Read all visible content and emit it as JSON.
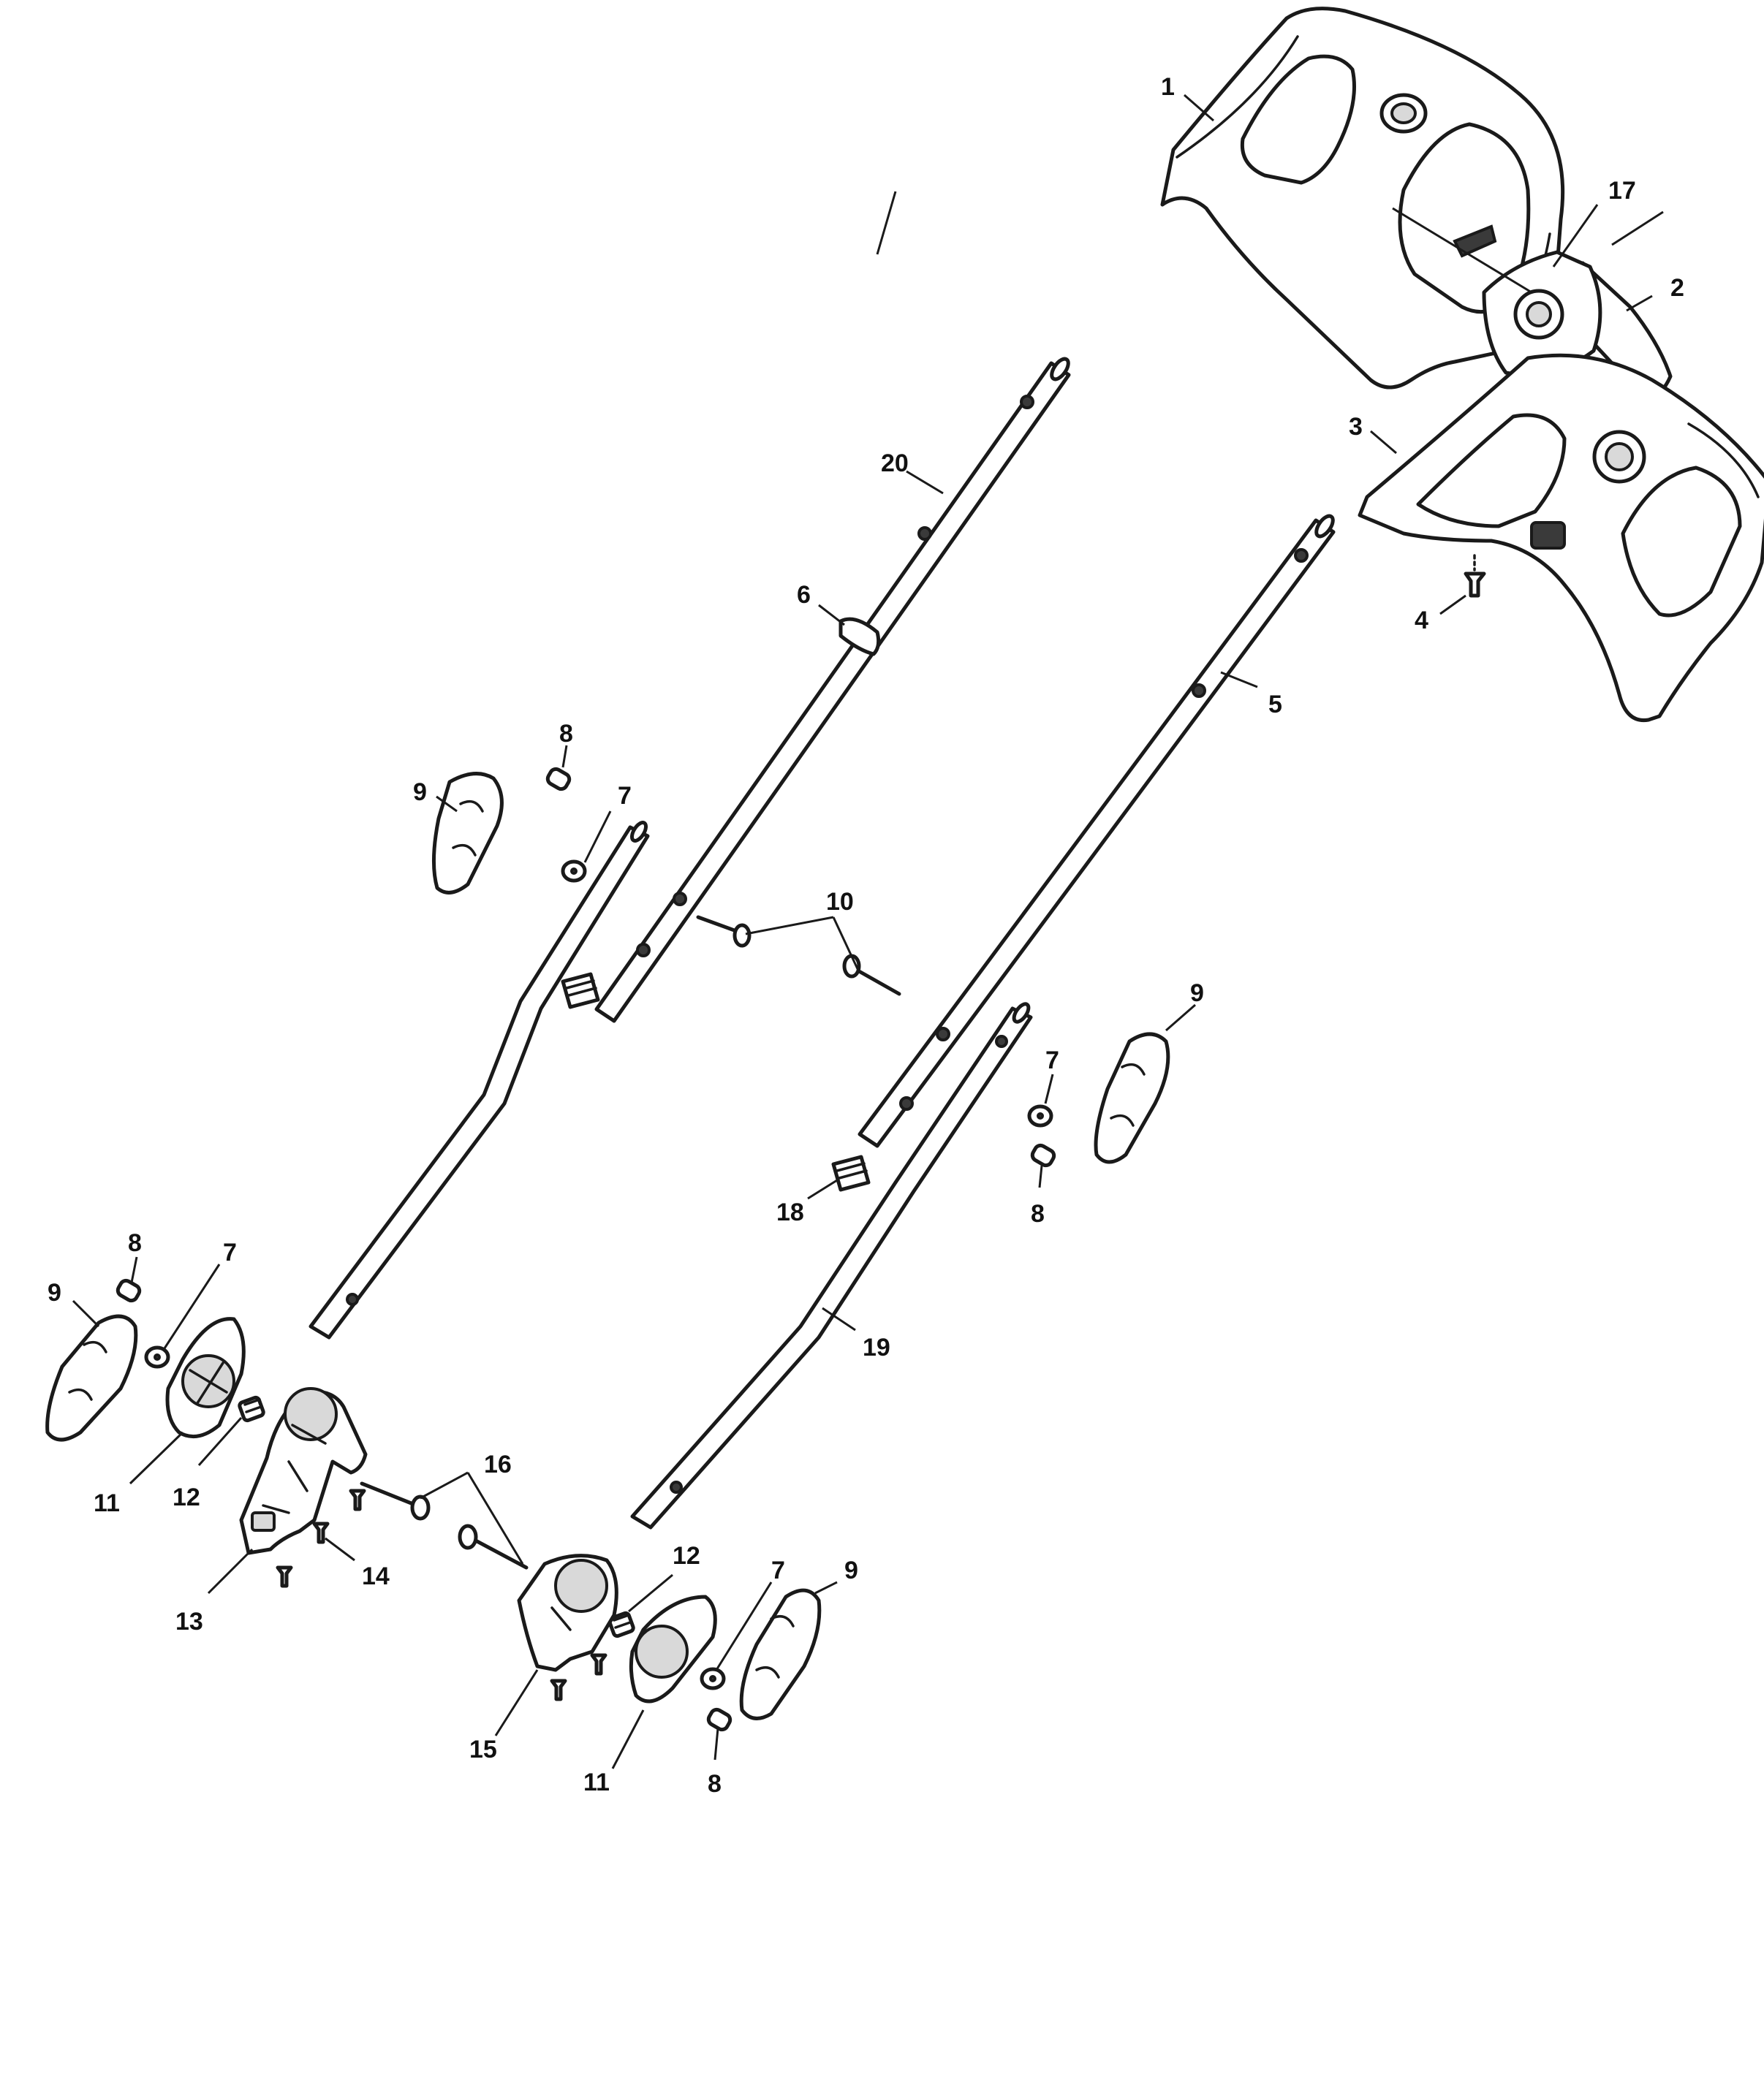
{
  "callouts": {
    "c1": "1",
    "c2": "2",
    "c3": "3",
    "c4": "4",
    "c5": "5",
    "c6": "6",
    "c7a": "7",
    "c7b": "7",
    "c7c": "7",
    "c7d": "7",
    "c8a": "8",
    "c8b": "8",
    "c8c": "8",
    "c8d": "8",
    "c9a": "9",
    "c9b": "9",
    "c9c": "9",
    "c9d": "9",
    "c10": "10",
    "c11a": "11",
    "c11b": "11",
    "c12a": "12",
    "c12b": "12",
    "c13": "13",
    "c14": "14",
    "c15": "15",
    "c16": "16",
    "c17": "17",
    "c18": "18",
    "c19": "19",
    "c20": "20"
  }
}
